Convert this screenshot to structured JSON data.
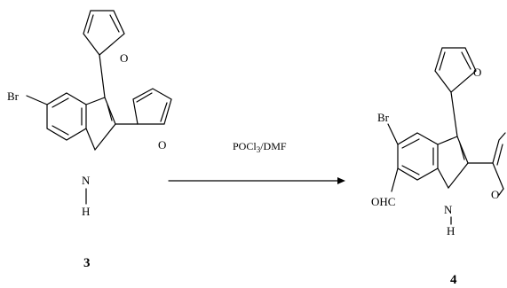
{
  "reactant": {
    "substituent": "Br",
    "nh_n": "N",
    "nh_h": "H",
    "furan_o_top": "O",
    "furan_o_side": "O",
    "label": "3"
  },
  "product": {
    "substituent": "Br",
    "aldehyde": "OHC",
    "nh_n": "N",
    "nh_h": "H",
    "furan_o_top": "O",
    "furan_o_side": "O",
    "label": "4"
  },
  "reaction": {
    "reagent_main": "POCl",
    "reagent_sub": "3",
    "reagent_rest": "/DMF"
  }
}
